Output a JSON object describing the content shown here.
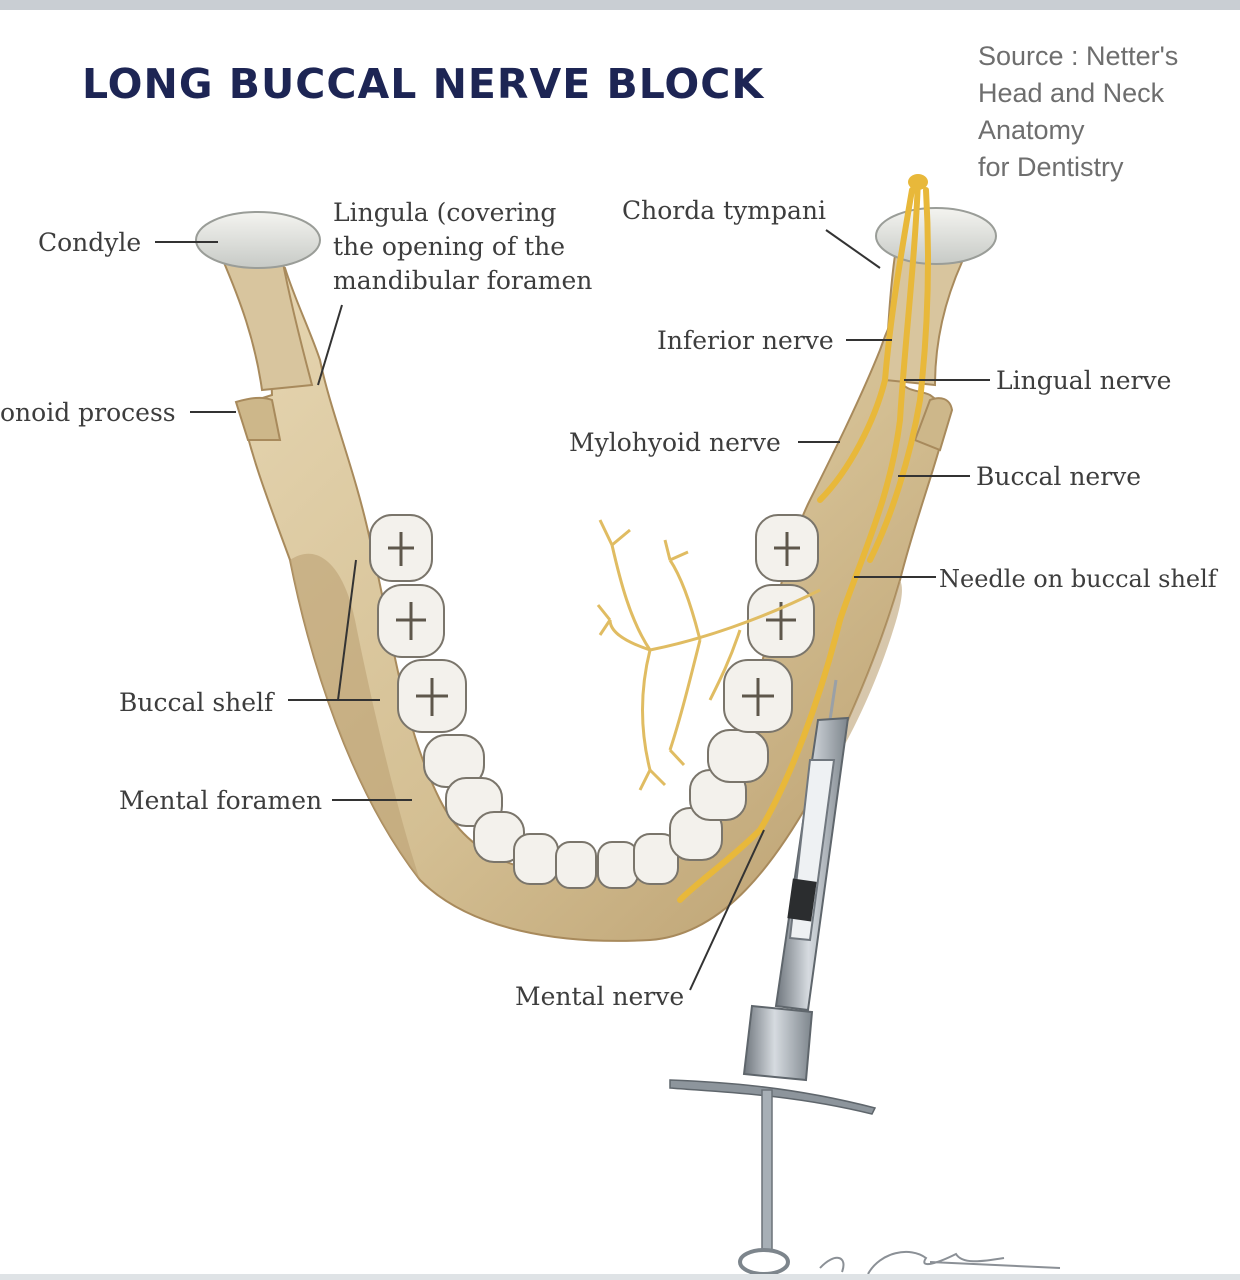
{
  "title": "LONG BUCCAL NERVE BLOCK",
  "source": [
    "Source : Netter's",
    "Head and Neck",
    "Anatomy",
    "for Dentistry"
  ],
  "labels": {
    "condyle": "Condyle",
    "lingula": [
      "Lingula (covering",
      "the opening of the",
      "mandibular foramen"
    ],
    "chorda_tympani": "Chorda tympani",
    "inferior_nerve": "Inferior nerve",
    "lingual_nerve": "Lingual nerve",
    "coronoid_process": "onoid process",
    "mylohyoid_nerve": "Mylohyoid nerve",
    "buccal_nerve": "Buccal nerve",
    "needle_on_buccal_shelf": "Needle on buccal shelf",
    "buccal_shelf": "Buccal shelf",
    "mental_foramen": "Mental foramen",
    "mental_nerve": "Mental nerve"
  },
  "colors": {
    "title": "#1d2554",
    "bone": "#d9c7a0",
    "bone_shadow": "#bda377",
    "nerve": "#e8b83a",
    "tooth": "#f3f1ec",
    "syringe": "#9ba3ab"
  }
}
